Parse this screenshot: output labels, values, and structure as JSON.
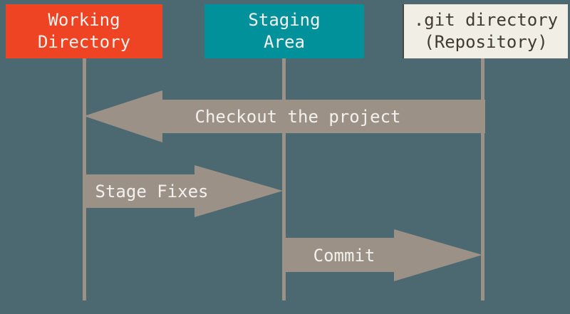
{
  "diagram": {
    "background_color": "#4c6871",
    "arrow_color": "#9c9187",
    "lifeline_color": "#9c9187",
    "arrow_label_color": "#f2f1ee",
    "columns": [
      {
        "id": "working-directory",
        "line1": "Working",
        "line2": "Directory",
        "box_color": "#ee4423",
        "text_color": "#f5f2ef"
      },
      {
        "id": "staging-area",
        "line1": "Staging",
        "line2": "Area",
        "box_color": "#00919b",
        "text_color": "#f5f2ef"
      },
      {
        "id": "git-directory",
        "line1": ".git directory",
        "line2": "(Repository)",
        "box_color": "#f0eee5",
        "text_color": "#403a33",
        "border_color": "#4a443d"
      }
    ],
    "arrows": [
      {
        "label": "Checkout the project",
        "from": ".git directory (Repository)",
        "to": "Working Directory",
        "direction": "left"
      },
      {
        "label": "Stage Fixes",
        "from": "Working Directory",
        "to": "Staging Area",
        "direction": "right"
      },
      {
        "label": "Commit",
        "from": "Staging Area",
        "to": ".git directory (Repository)",
        "direction": "right"
      }
    ]
  }
}
